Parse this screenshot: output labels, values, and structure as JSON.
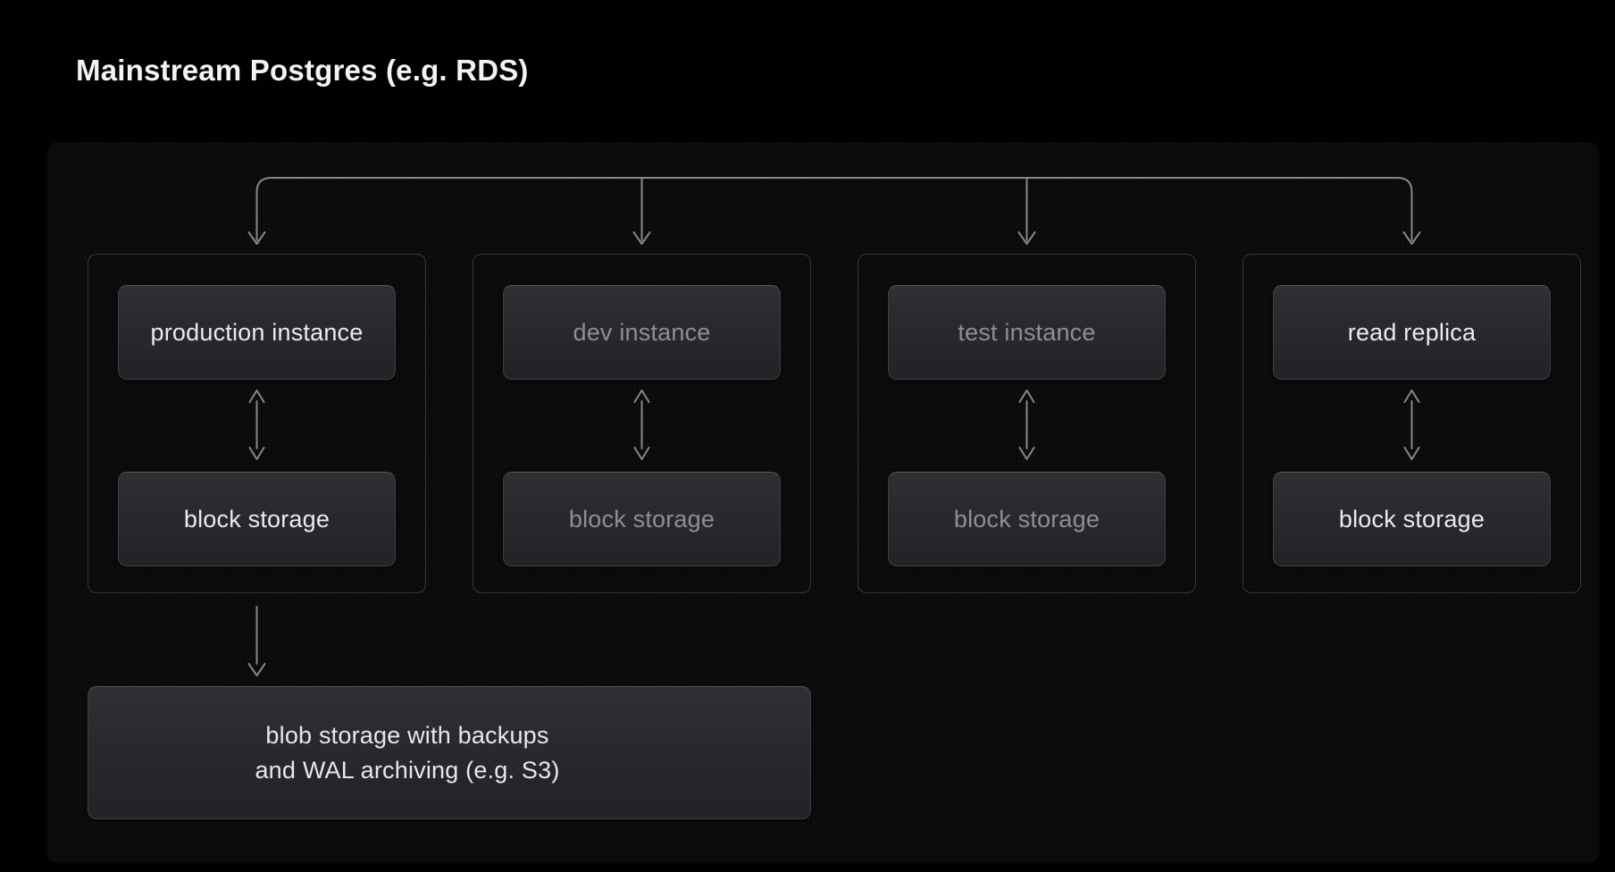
{
  "title": "Mainstream Postgres (e.g. RDS)",
  "diagram": {
    "groups": [
      {
        "top_label": "production instance",
        "bottom_label": "block storage",
        "emphasis": "bright"
      },
      {
        "top_label": "dev instance",
        "bottom_label": "block storage",
        "emphasis": "dim"
      },
      {
        "top_label": "test instance",
        "bottom_label": "block storage",
        "emphasis": "dim"
      },
      {
        "top_label": "read replica",
        "bottom_label": "block storage",
        "emphasis": "bright"
      }
    ],
    "blob": {
      "line1": "blob storage with backups",
      "line2": "and WAL archiving (e.g. S3)"
    }
  },
  "colors": {
    "background": "#000000",
    "panel": "#0b0b0c",
    "node_fill_top": "#2f3034",
    "node_fill_bottom": "#222327",
    "bright_text": "#e9ebee",
    "dim_text": "#8d8f94",
    "connector": "#85878c"
  }
}
